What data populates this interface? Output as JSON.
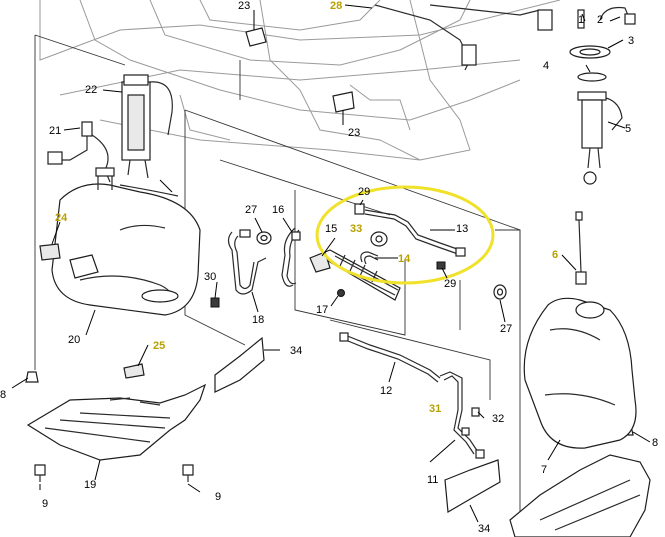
{
  "callouts": {
    "c1": "1",
    "c2": "2",
    "c3": "3",
    "c4": "4",
    "c5": "5",
    "c6": "6",
    "c7": "7",
    "c8a": "8",
    "c8b": "8",
    "c9a": "9",
    "c9b": "9",
    "c11": "11",
    "c12": "12",
    "c13": "13",
    "c14": "14",
    "c15": "15",
    "c16": "16",
    "c17": "17",
    "c18": "18",
    "c19": "19",
    "c20": "20",
    "c21": "21",
    "c22": "22",
    "c23a": "23",
    "c23b": "23",
    "c24": "24",
    "c25": "25",
    "c27a": "27",
    "c27b": "27",
    "c28": "28",
    "c29a": "29",
    "c29b": "29",
    "c30": "30",
    "c31": "31",
    "c32": "32",
    "c33": "33",
    "c34a": "34",
    "c34b": "34"
  },
  "highlight": {
    "color": "#f0e12a",
    "target": "fuel tank filler vent pipe group"
  },
  "colors": {
    "highlight_callout": "#b8a000",
    "line": "#1e1e1e"
  }
}
